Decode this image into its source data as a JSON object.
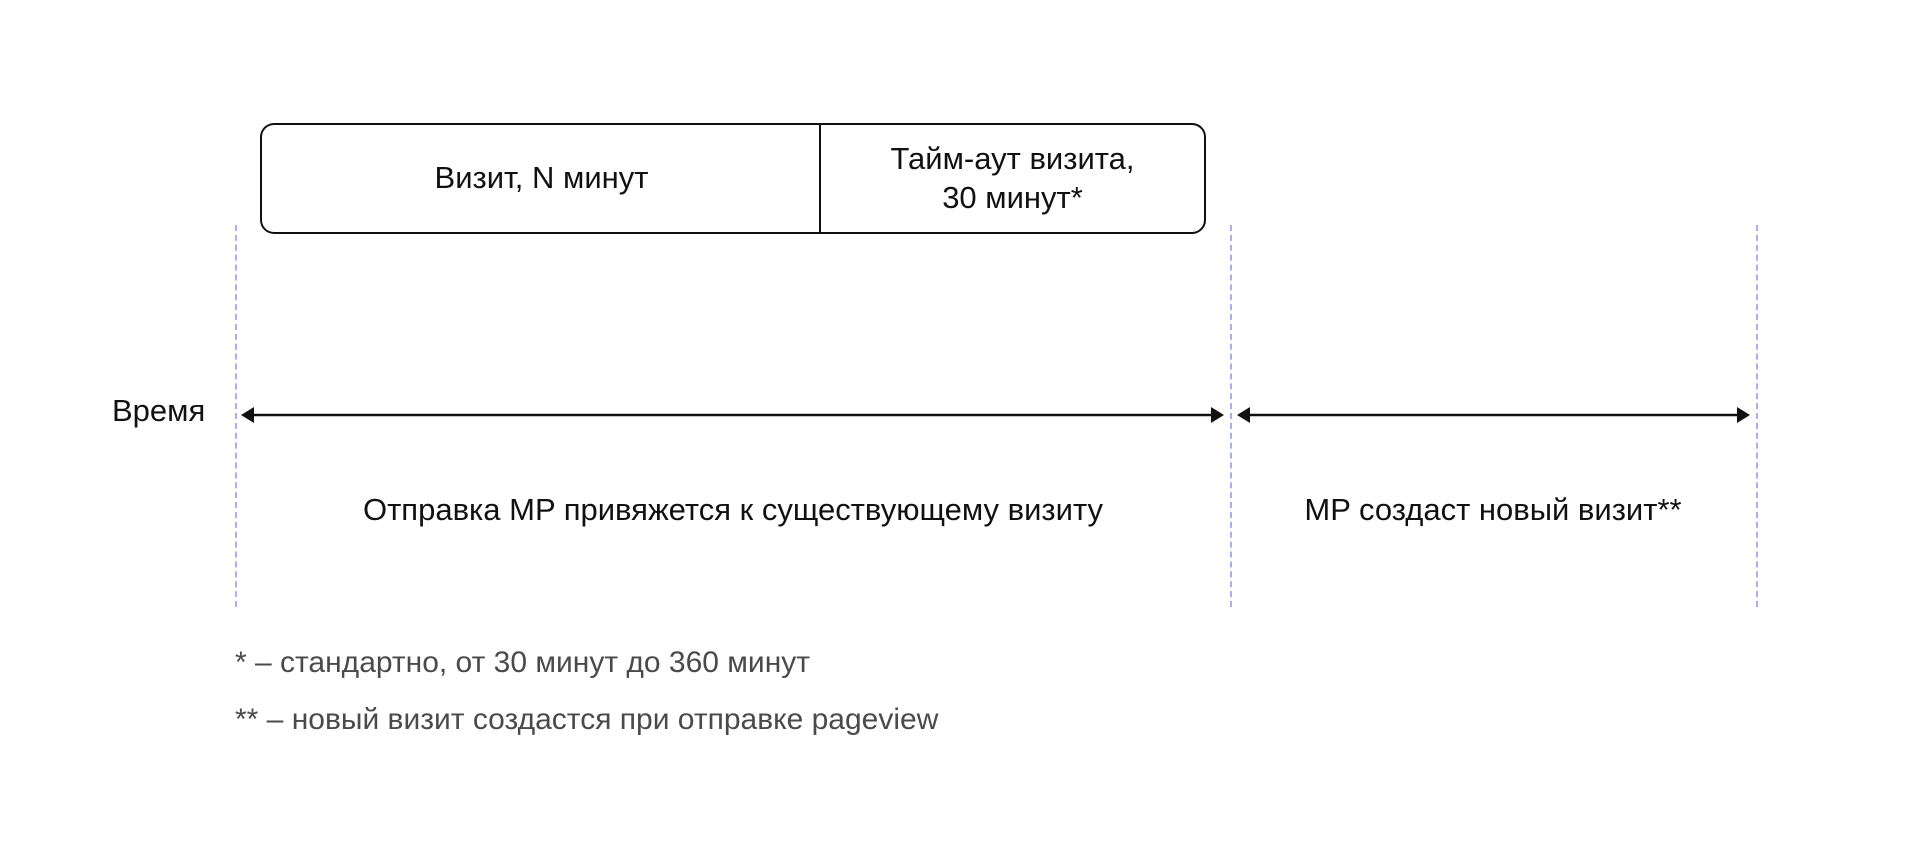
{
  "blocks": {
    "visit_label": "Визит, N минут",
    "timeout_line1": "Тайм-аут визита,",
    "timeout_line2": "30 минут*"
  },
  "axis": {
    "label": "Время"
  },
  "segments": {
    "existing_visit": "Отправка MP привяжется к существующему визиту",
    "new_visit": "MP создаст новый визит**"
  },
  "footnotes": {
    "note1": "* – стандартно, от 30 минут до 360 минут",
    "note2": "** – новый визит создастся при отправке pageview"
  },
  "colors": {
    "line": "#111111",
    "dashed_guide": "#a9aff0",
    "footnote_text": "#4a4a4a"
  }
}
